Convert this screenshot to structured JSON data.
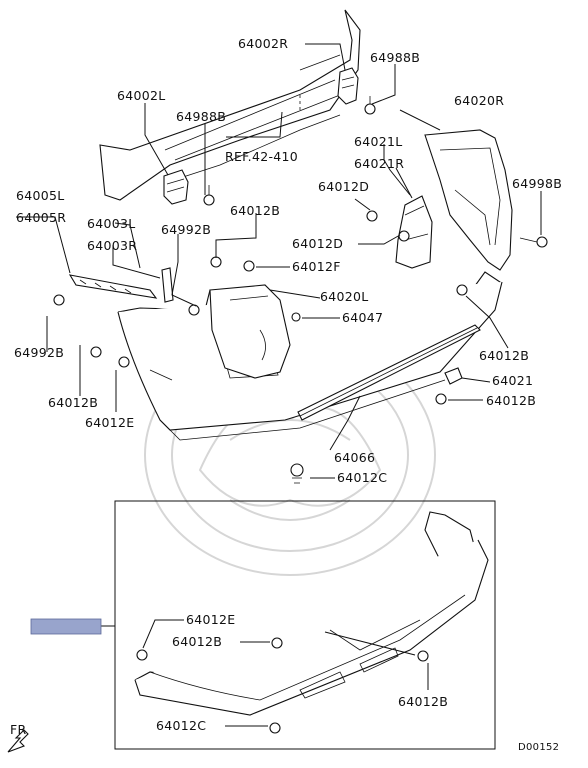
{
  "labels": {
    "p64002R": "64002R",
    "p64988B_top": "64988B",
    "p64002L": "64002L",
    "p64988B_mid": "64988B",
    "ref": "REF.42-410",
    "p64020R": "64020R",
    "p64021L": "64021L",
    "p64021R": "64021R",
    "p64012D_1": "64012D",
    "p64998B": "64998B",
    "p64005L": "64005L",
    "p64005R": "64005R",
    "p64003L": "64003L",
    "p64003R": "64003R",
    "p64992B_top": "64992B",
    "p64012B_1": "64012B",
    "p64012D_2": "64012D",
    "p64012F": "64012F",
    "p64020L": "64020L",
    "p64047": "64047",
    "p64992B_left": "64992B",
    "p64012B_2": "64012B",
    "p64012B_left": "64012B",
    "p64021": "64021",
    "p64012E": "64012E",
    "p64012B_3": "64012B",
    "p64066": "64066",
    "p64012C_1": "64012C",
    "inset_64012E": "64012E",
    "inset_64012B_1": "64012B",
    "inset_64012B_2": "64012B",
    "inset_64012C": "64012C"
  },
  "fr_label": "FR",
  "diagram_code": "D00152",
  "highlight_color": "#98a4cc"
}
